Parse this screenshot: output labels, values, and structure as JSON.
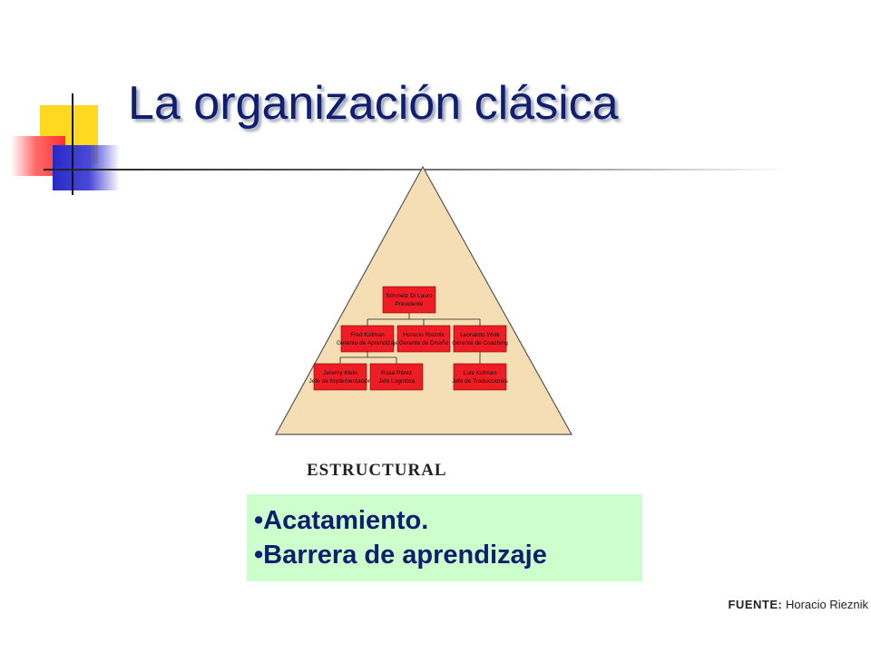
{
  "slide": {
    "title": "La organización clásica",
    "structural_label": "ESTRUCTURAL",
    "bullets": [
      "Acatamiento.",
      "Barrera de aprendizaje"
    ],
    "source_label": "FUENTE:",
    "source_value": "Horacio Rieznik"
  },
  "diagram": {
    "type": "org-chart-in-pyramid",
    "nodes": [
      {
        "id": "ceo",
        "line1": "Schmelz Di Lauro",
        "line2": "Presidente",
        "parent": null
      },
      {
        "id": "mgr1",
        "line1": "Fred Kofman",
        "line2": "Gerente de Aprendizaje",
        "parent": "ceo"
      },
      {
        "id": "mgr2",
        "line1": "Horacio Rieznik",
        "line2": "Gerente de Diseño",
        "parent": "ceo"
      },
      {
        "id": "mgr3",
        "line1": "Leonardo Wolk",
        "line2": "Gerente de Coaching",
        "parent": "ceo"
      },
      {
        "id": "sub1",
        "line1": "Jeremy Klein",
        "line2": "Jefe de Implementación",
        "parent": "mgr1"
      },
      {
        "id": "sub2",
        "line1": "Rosa Pérez",
        "line2": "Jefe Logística",
        "parent": "mgr1"
      },
      {
        "id": "sub3",
        "line1": "Luis Kofman",
        "line2": "Jefe de Traducciones",
        "parent": "mgr3"
      }
    ]
  },
  "colors": {
    "title": "#0f1f6e",
    "pyramid_fill": "#f5deb3",
    "node_fill": "#ee1c25",
    "bullet_box": "#ccffcc",
    "deco_yellow": "#ffd820",
    "deco_red": "#ff3030",
    "deco_blue": "#2828c8"
  }
}
